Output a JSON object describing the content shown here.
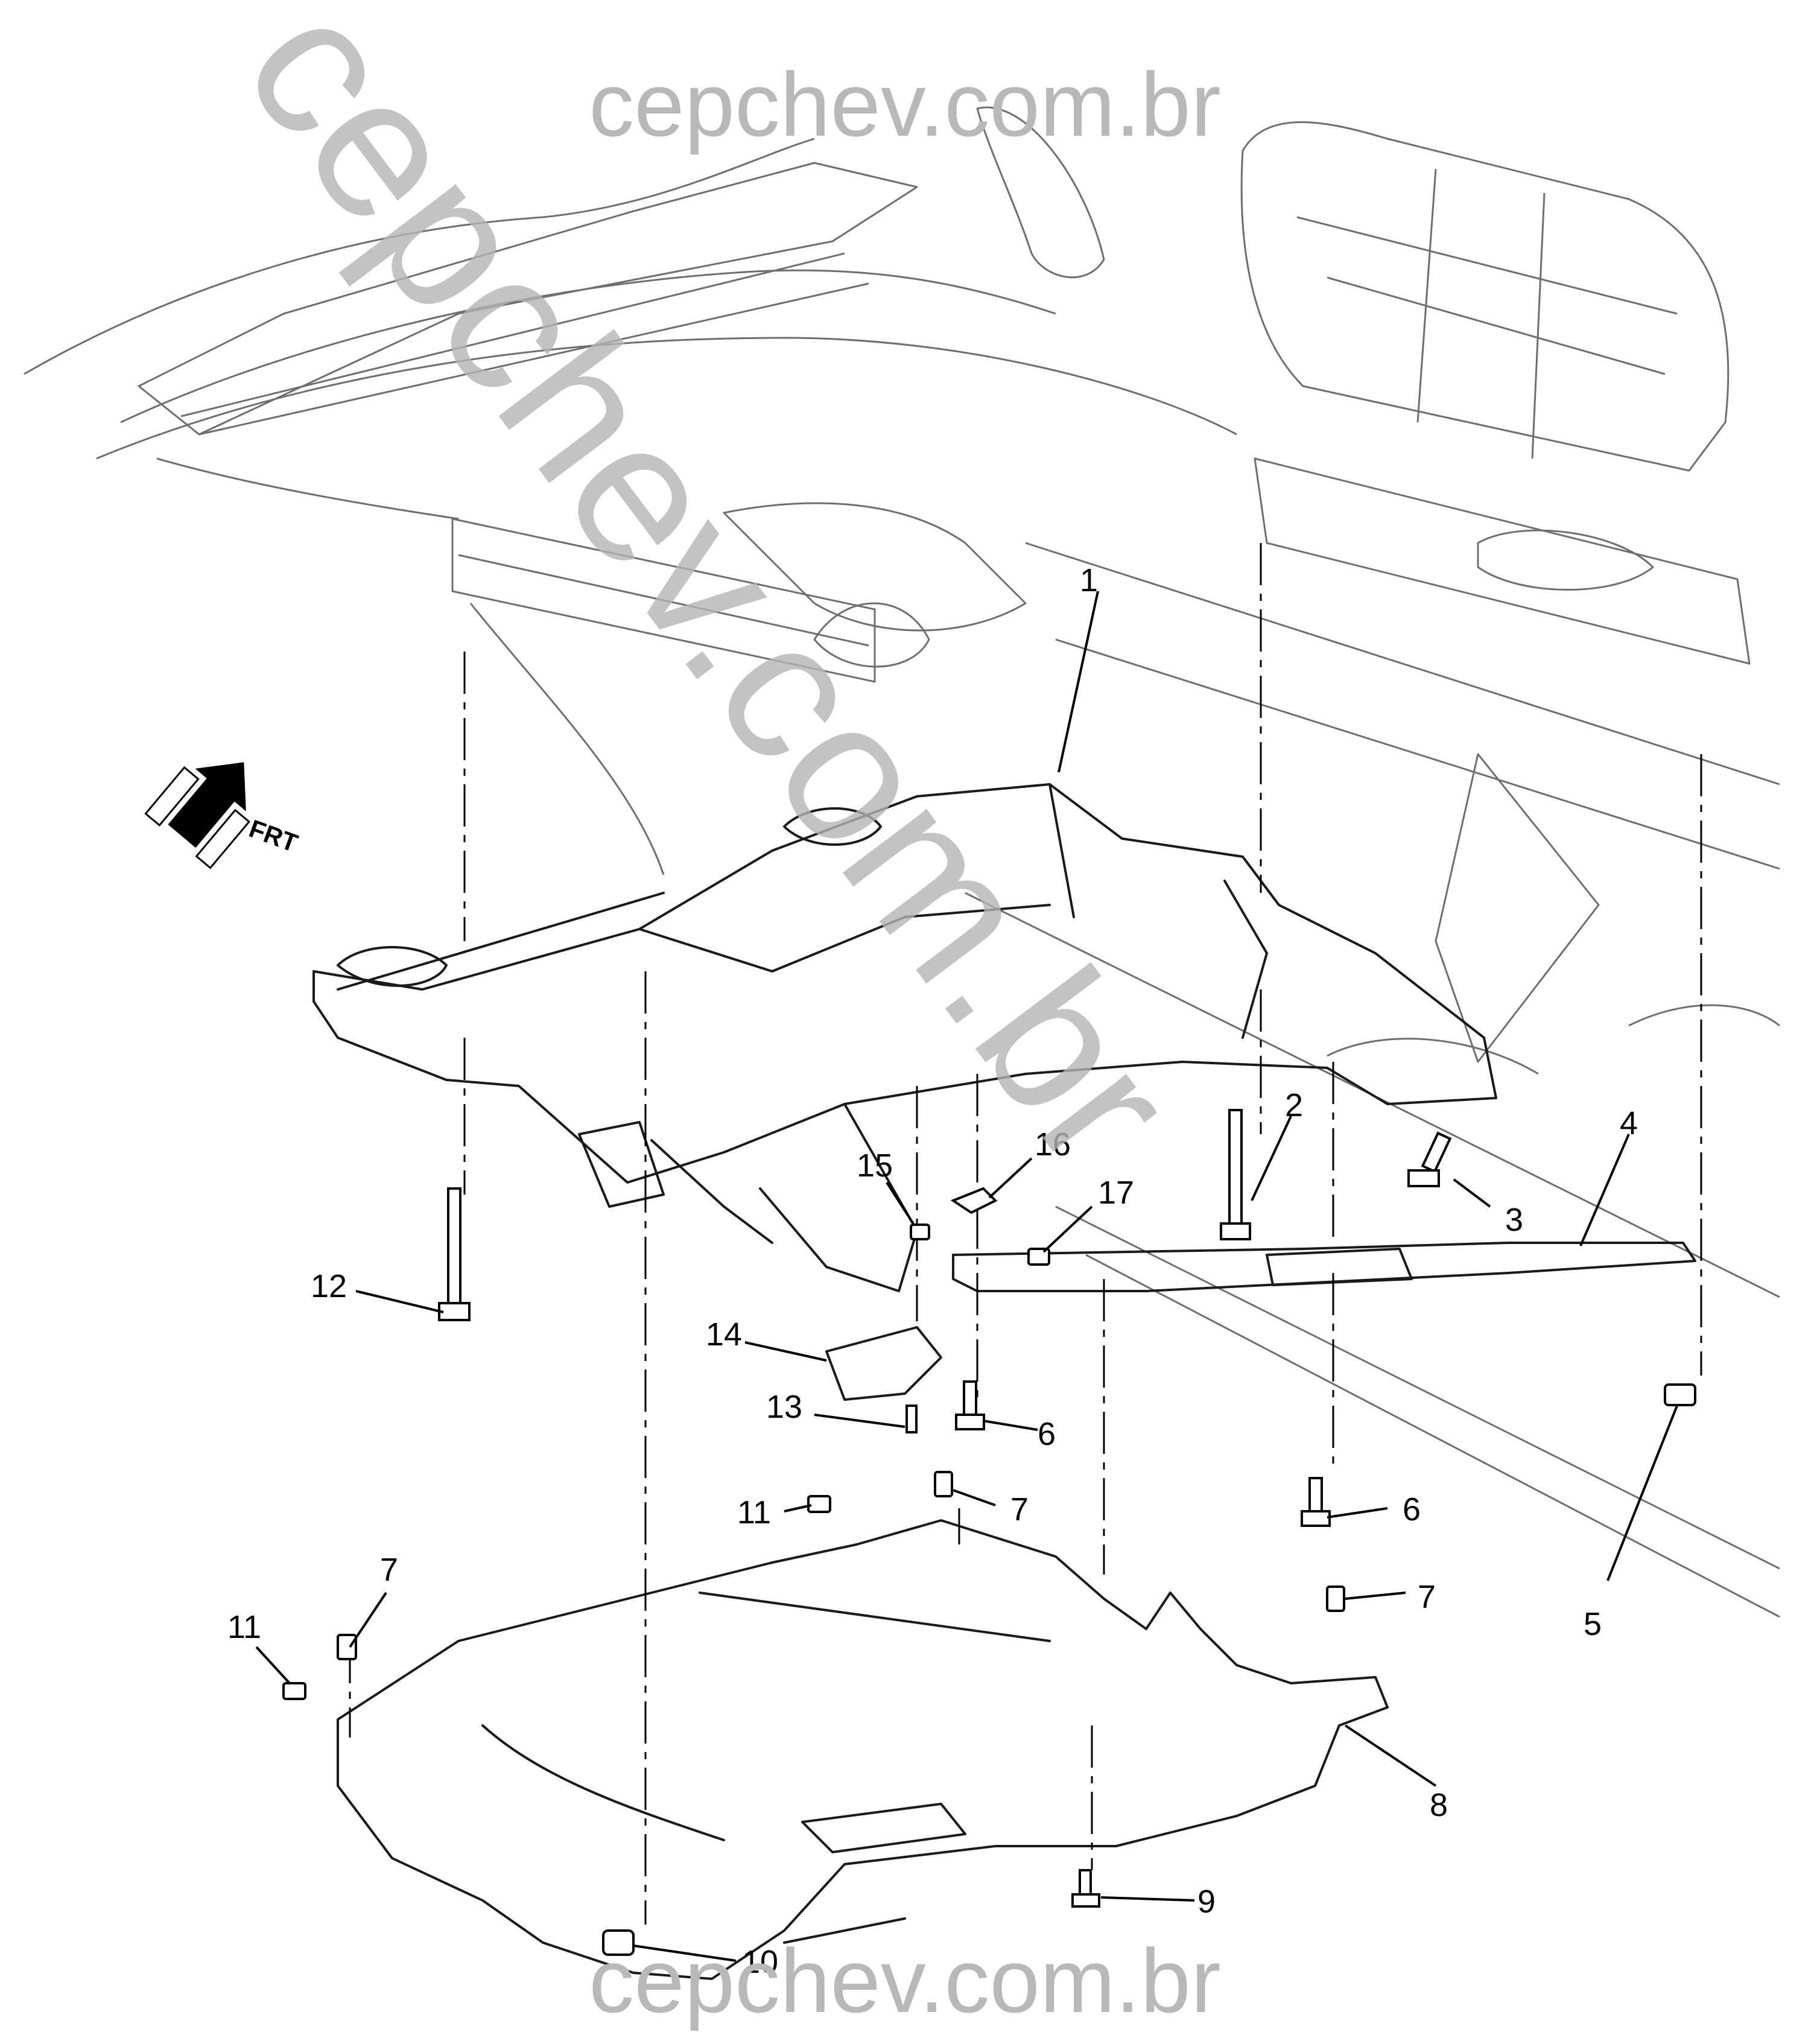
{
  "watermark": {
    "top": "cepchev.com.br",
    "bottom": "cepchev.com.br",
    "diagonal": "cepchev.com.br"
  },
  "orientation": {
    "label": "FRT"
  },
  "callouts": [
    "1",
    "2",
    "3",
    "4",
    "5",
    "6",
    "6",
    "7",
    "7",
    "7",
    "8",
    "9",
    "10",
    "11",
    "11",
    "12",
    "13",
    "14",
    "15",
    "16",
    "17"
  ]
}
